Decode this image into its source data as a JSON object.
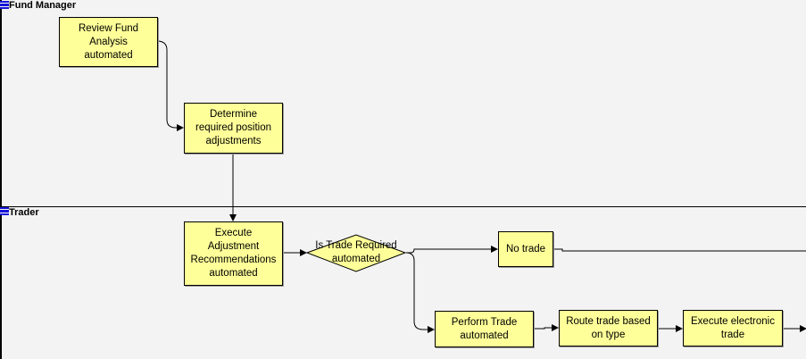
{
  "lanes": [
    {
      "title": "Fund Manager"
    },
    {
      "title": "Trader"
    }
  ],
  "nodes": {
    "review": "Review Fund\nAnalysis\nautomated",
    "determine": "Determine\nrequired position\nadjustments",
    "execute_adj": "Execute\nAdjustment\nRecommendations\nautomated",
    "decision": "Is Trade Required\nautomated",
    "no_trade": "No trade",
    "perform": "Perform Trade\nautomated",
    "route": "Route trade based\non type",
    "execute_elec": "Execute electronic\ntrade"
  },
  "colors": {
    "node_fill": "#ffff99",
    "lane_handle": "#1414d8",
    "background": "#f3f3f3"
  }
}
